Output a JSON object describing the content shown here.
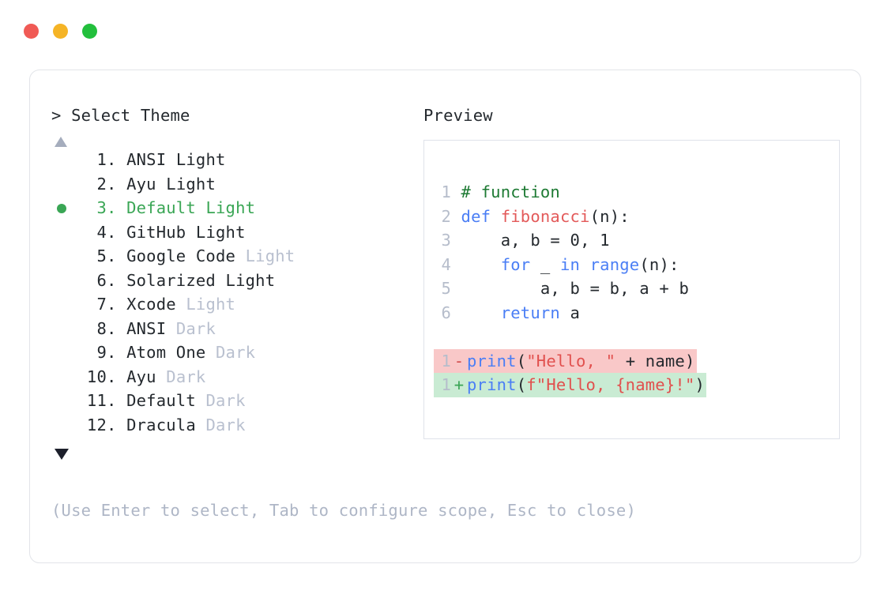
{
  "window": {
    "traffic_lights": [
      {
        "name": "close",
        "color": "#F05A55"
      },
      {
        "name": "minimize",
        "color": "#F5B426"
      },
      {
        "name": "maximize",
        "color": "#22BF3C"
      }
    ]
  },
  "prompt": {
    "heading": "> Select Theme",
    "scroll_up_icon": "triangle-up",
    "scroll_down_icon": "triangle-down"
  },
  "theme_list": {
    "selected_index": 3,
    "items": [
      {
        "index": "1",
        "name": "ANSI",
        "tag": "Light",
        "tag_muted": false,
        "selected": false
      },
      {
        "index": "2",
        "name": "Ayu",
        "tag": "Light",
        "tag_muted": false,
        "selected": false
      },
      {
        "index": "3",
        "name": "Default",
        "tag": "Light",
        "tag_muted": false,
        "selected": true
      },
      {
        "index": "4",
        "name": "GitHub",
        "tag": "Light",
        "tag_muted": false,
        "selected": false
      },
      {
        "index": "5",
        "name": "Google Code",
        "tag": "Light",
        "tag_muted": true,
        "selected": false
      },
      {
        "index": "6",
        "name": "Solarized",
        "tag": "Light",
        "tag_muted": false,
        "selected": false
      },
      {
        "index": "7",
        "name": "Xcode",
        "tag": "Light",
        "tag_muted": true,
        "selected": false
      },
      {
        "index": "8",
        "name": "ANSI",
        "tag": "Dark",
        "tag_muted": true,
        "selected": false
      },
      {
        "index": "9",
        "name": "Atom One",
        "tag": "Dark",
        "tag_muted": true,
        "selected": false
      },
      {
        "index": "10",
        "name": "Ayu",
        "tag": "Dark",
        "tag_muted": true,
        "selected": false
      },
      {
        "index": "11",
        "name": "Default",
        "tag": "Dark",
        "tag_muted": true,
        "selected": false
      },
      {
        "index": "12",
        "name": "Dracula",
        "tag": "Dark",
        "tag_muted": true,
        "selected": false
      }
    ]
  },
  "footer": {
    "hint": "(Use Enter to select, Tab to configure scope, Esc to close)"
  },
  "preview": {
    "heading": "Preview",
    "code_lines": [
      {
        "no": "1",
        "tokens": [
          {
            "t": "# function",
            "c": "comment"
          }
        ]
      },
      {
        "no": "2",
        "tokens": [
          {
            "t": "def ",
            "c": "keyword"
          },
          {
            "t": "fibonacci",
            "c": "func"
          },
          {
            "t": "(n):",
            "c": "plain"
          }
        ]
      },
      {
        "no": "3",
        "tokens": [
          {
            "t": "    a, b = ",
            "c": "plain"
          },
          {
            "t": "0",
            "c": "num"
          },
          {
            "t": ", ",
            "c": "plain"
          },
          {
            "t": "1",
            "c": "num"
          }
        ]
      },
      {
        "no": "4",
        "tokens": [
          {
            "t": "    ",
            "c": "plain"
          },
          {
            "t": "for",
            "c": "keyword"
          },
          {
            "t": " _ ",
            "c": "plain"
          },
          {
            "t": "in",
            "c": "keyword"
          },
          {
            "t": " ",
            "c": "plain"
          },
          {
            "t": "range",
            "c": "builtin"
          },
          {
            "t": "(n):",
            "c": "plain"
          }
        ]
      },
      {
        "no": "5",
        "tokens": [
          {
            "t": "        a, b = b, a + b",
            "c": "plain"
          }
        ]
      },
      {
        "no": "6",
        "tokens": [
          {
            "t": "    ",
            "c": "plain"
          },
          {
            "t": "return",
            "c": "keyword"
          },
          {
            "t": " a",
            "c": "plain"
          }
        ]
      }
    ],
    "diff_lines": [
      {
        "no": "1",
        "kind": "del",
        "mark": "-",
        "tokens": [
          {
            "t": "print",
            "c": "builtin"
          },
          {
            "t": "(",
            "c": "plain"
          },
          {
            "t": "\"Hello, \"",
            "c": "string"
          },
          {
            "t": " + name)",
            "c": "plain"
          }
        ]
      },
      {
        "no": "1",
        "kind": "add",
        "mark": "+",
        "tokens": [
          {
            "t": "print",
            "c": "builtin"
          },
          {
            "t": "(",
            "c": "plain"
          },
          {
            "t": "f\"Hello, {name}!\"",
            "c": "string"
          },
          {
            "t": ")",
            "c": "plain"
          }
        ]
      }
    ]
  },
  "colors": {
    "accent_green": "#3aa655",
    "muted_tag": "#b9c0cf",
    "hint_text": "#aeb6c6",
    "diff_del_bg": "#f9c8c8",
    "diff_add_bg": "#c9ebd3",
    "border": "#e2e4e9"
  }
}
